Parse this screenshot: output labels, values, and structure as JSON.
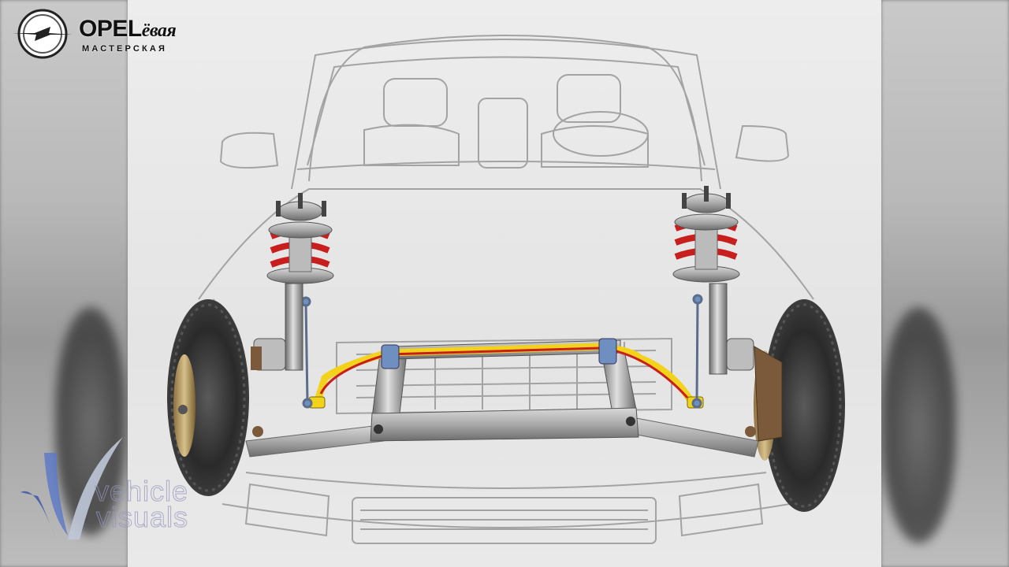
{
  "brand": {
    "opel_word": "OPEL",
    "opel_suffix": "ёвая",
    "subtitle": "МАСТЕРСКАЯ"
  },
  "watermark": {
    "line1": "vehicle",
    "line2": "visuals"
  },
  "colors": {
    "spring": "#c81e1e",
    "stabilizer_bar": "#f2d21a",
    "bushing": "#6f8fc0",
    "subframe": "#8a8a8a",
    "outline": "#9a9a9a",
    "bracket": "#7a5a3a"
  },
  "icons": {
    "opel_logo": "opel-blitz-emblem",
    "vehicle_visuals_logo": "swoosh-v-emblem"
  }
}
